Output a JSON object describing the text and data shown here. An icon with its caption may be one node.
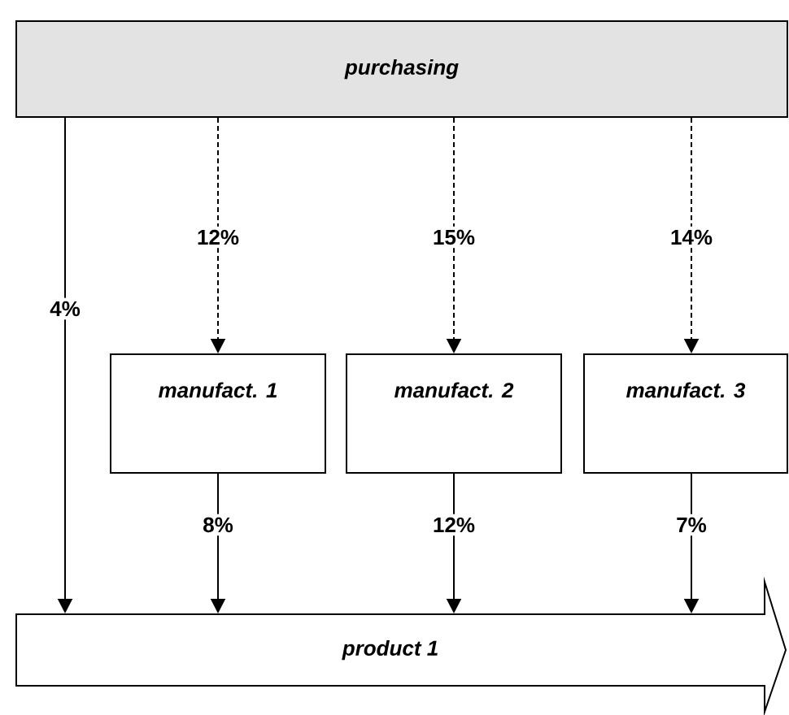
{
  "diagram": {
    "nodes": [
      {
        "text": [
          "purchasing"
        ]
      },
      {
        "text": [
          "manufact. 1"
        ]
      },
      {
        "text": [
          "manufact. 2"
        ]
      },
      {
        "text": [
          "manufact. 3"
        ]
      },
      {
        "text": [
          "product 1"
        ]
      }
    ],
    "edges": [
      {
        "from": 0,
        "to": 4,
        "arrow": "to",
        "label": "4%"
      },
      {
        "from": 0,
        "to": 1,
        "arrow": "to",
        "label": "12%",
        "style": "dashed"
      },
      {
        "from": 0,
        "to": 2,
        "arrow": "to",
        "label": "15%",
        "style": "dashed"
      },
      {
        "from": 0,
        "to": 3,
        "arrow": "to",
        "label": "14%",
        "style": "dashed"
      },
      {
        "from": 1,
        "to": 4,
        "arrow": "to",
        "label": "8%"
      },
      {
        "from": 2,
        "to": 4,
        "arrow": "to",
        "label": "12%"
      },
      {
        "from": 3,
        "to": 4,
        "arrow": "to",
        "label": "7%"
      }
    ]
  }
}
